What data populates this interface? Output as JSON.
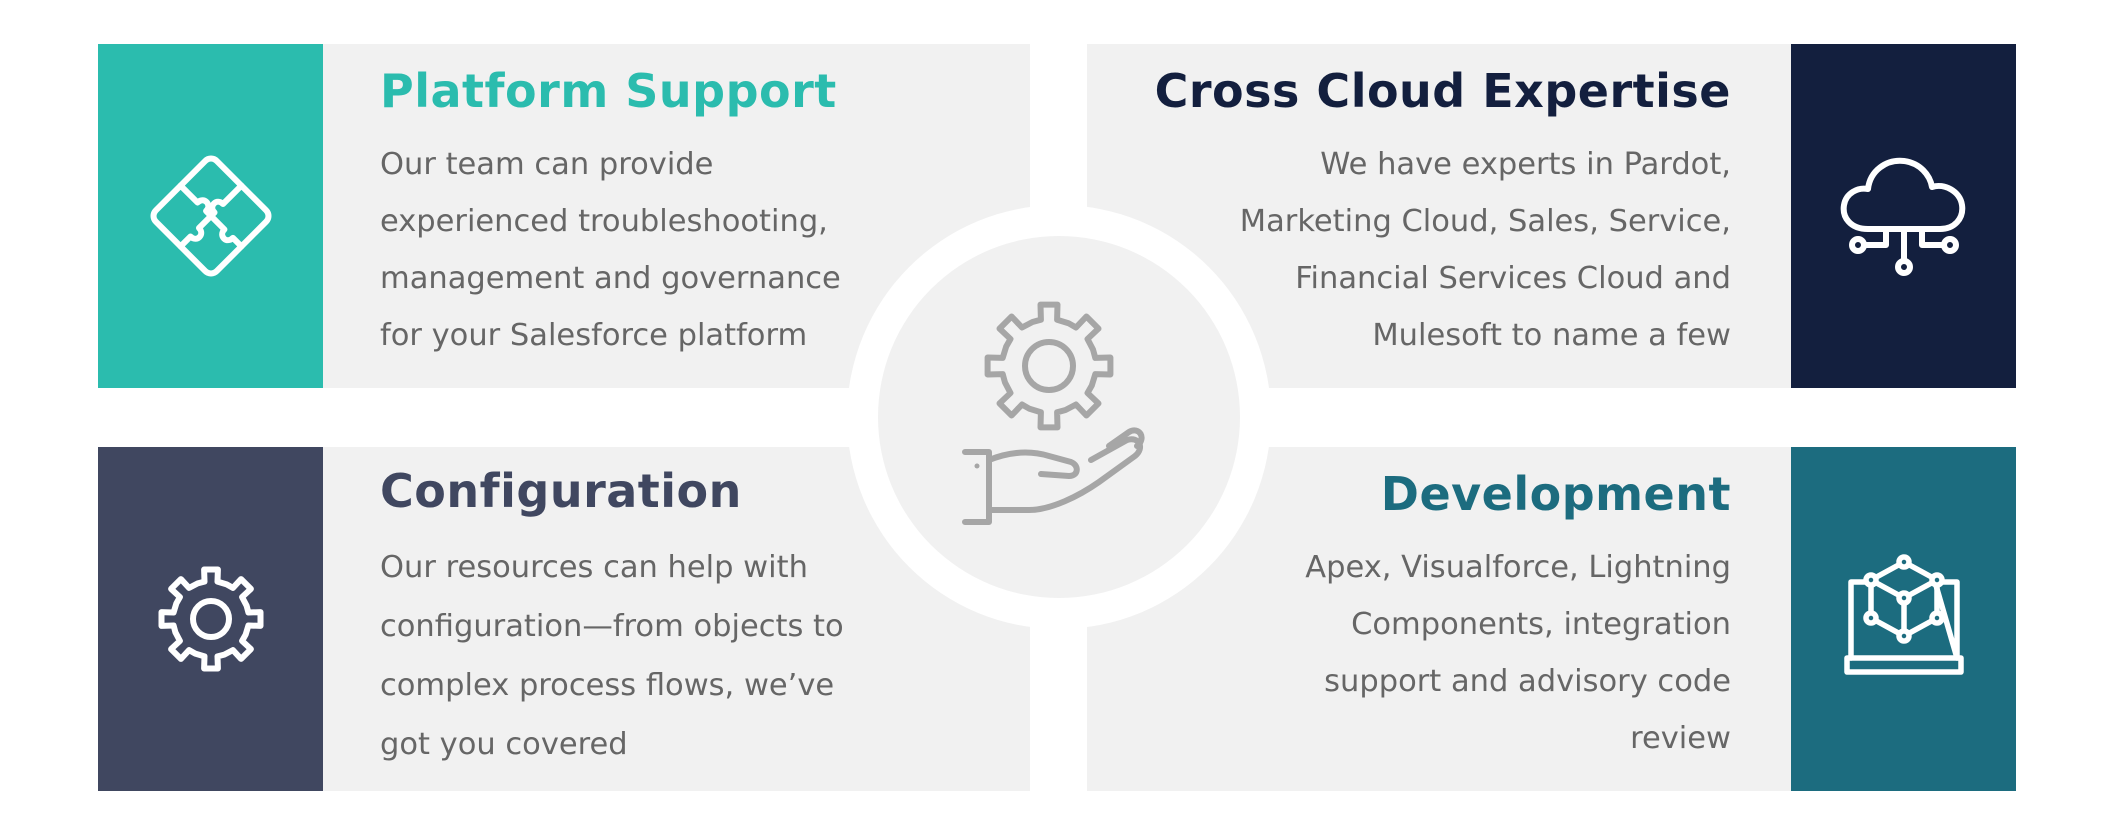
{
  "colors": {
    "card_bg": "#f1f1f1",
    "teal_light": "#2bbcae",
    "navy": "#131f3e",
    "slate": "#404760",
    "teal_dark": "#1c6c7f",
    "body_text": "#666666",
    "hub_icon": "#a6a6a6"
  },
  "hub": {
    "icon": "hand-gear-icon"
  },
  "cards": {
    "platform_support": {
      "icon": "puzzle-icon",
      "title": "Platform Support",
      "lines": [
        "Our team can provide",
        "experienced troubleshooting,",
        "management and governance",
        "for your Salesforce platform"
      ]
    },
    "cross_cloud": {
      "icon": "cloud-network-icon",
      "title": "Cross Cloud Expertise",
      "lines": [
        "We have experts in Pardot,",
        "Marketing Cloud, Sales, Service,",
        "Financial Services Cloud and",
        "Mulesoft to name a few"
      ]
    },
    "configuration": {
      "icon": "gear-icon",
      "title": "Configuration",
      "lines": [
        "Our resources can help with",
        "configuration—from objects to",
        "complex process flows, we’ve",
        "got you covered"
      ]
    },
    "development": {
      "icon": "cube-monitor-icon",
      "title": "Development",
      "lines": [
        "Apex, Visualforce, Lightning",
        "Components, integration",
        "support and advisory code",
        "review"
      ]
    }
  }
}
